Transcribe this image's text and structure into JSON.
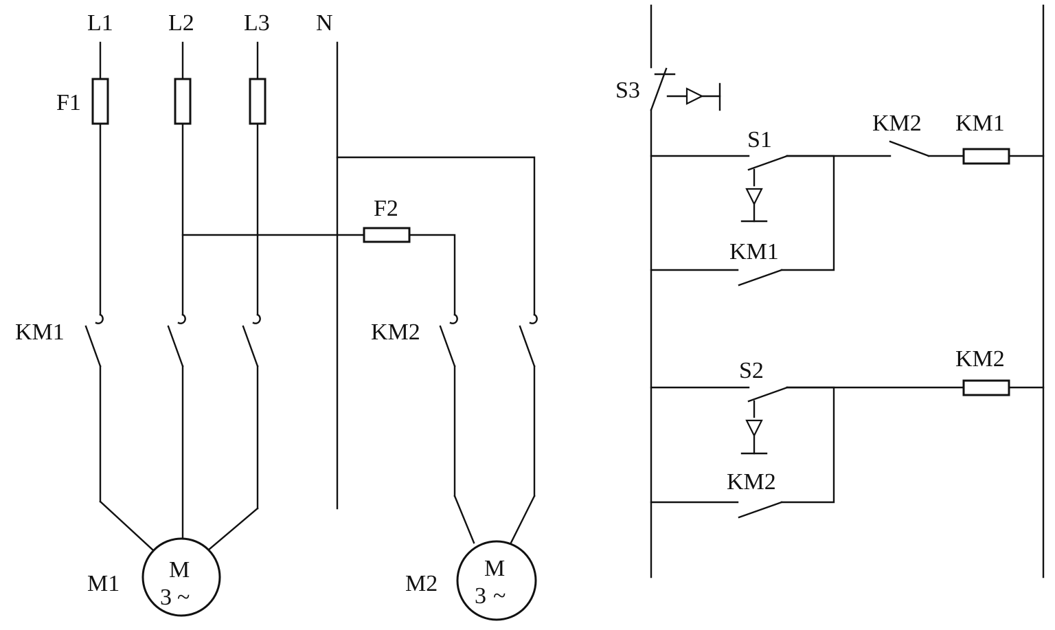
{
  "supply": {
    "l1": "L1",
    "l2": "L2",
    "l3": "L3",
    "n": "N"
  },
  "fuses": {
    "f1": "F1",
    "f2": "F2"
  },
  "power_contacts": {
    "km1": "KM1",
    "km2": "KM2"
  },
  "motors": {
    "m1": {
      "label": "M1",
      "symbol": "M",
      "phases": "3",
      "ac": "~"
    },
    "m2": {
      "label": "M2",
      "symbol": "M",
      "phases": "3",
      "ac": "~"
    }
  },
  "control": {
    "s3": "S3",
    "s1": "S1",
    "s2": "S2",
    "km2_interlock": "KM2",
    "km1_coil": "KM1",
    "km1_hold": "KM1",
    "km2_coil": "KM2",
    "km2_hold": "KM2"
  }
}
